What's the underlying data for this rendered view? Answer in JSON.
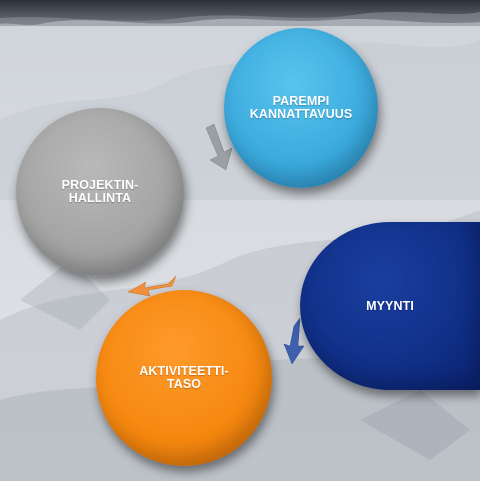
{
  "diagram": {
    "nodes": [
      {
        "id": "parempi",
        "label": "PAREMPI\nKANNATTAVUUS",
        "color": "#3aa9dd"
      },
      {
        "id": "myynti",
        "label": "MYYNTI",
        "color": "#102f87"
      },
      {
        "id": "aktiviteetti",
        "label": "AKTIVITEETTI-\nTASO",
        "color": "#f5870f"
      },
      {
        "id": "projektin",
        "label": "PROJEKTIN-\nHALLINTA",
        "color": "#a3a3a3"
      }
    ],
    "edges": [
      {
        "from": "projektin",
        "to": "parempi"
      },
      {
        "from": "myynti",
        "to": "aktiviteetti"
      },
      {
        "from": "aktiviteetti",
        "to": "projektin"
      }
    ],
    "layout": "cycle"
  }
}
